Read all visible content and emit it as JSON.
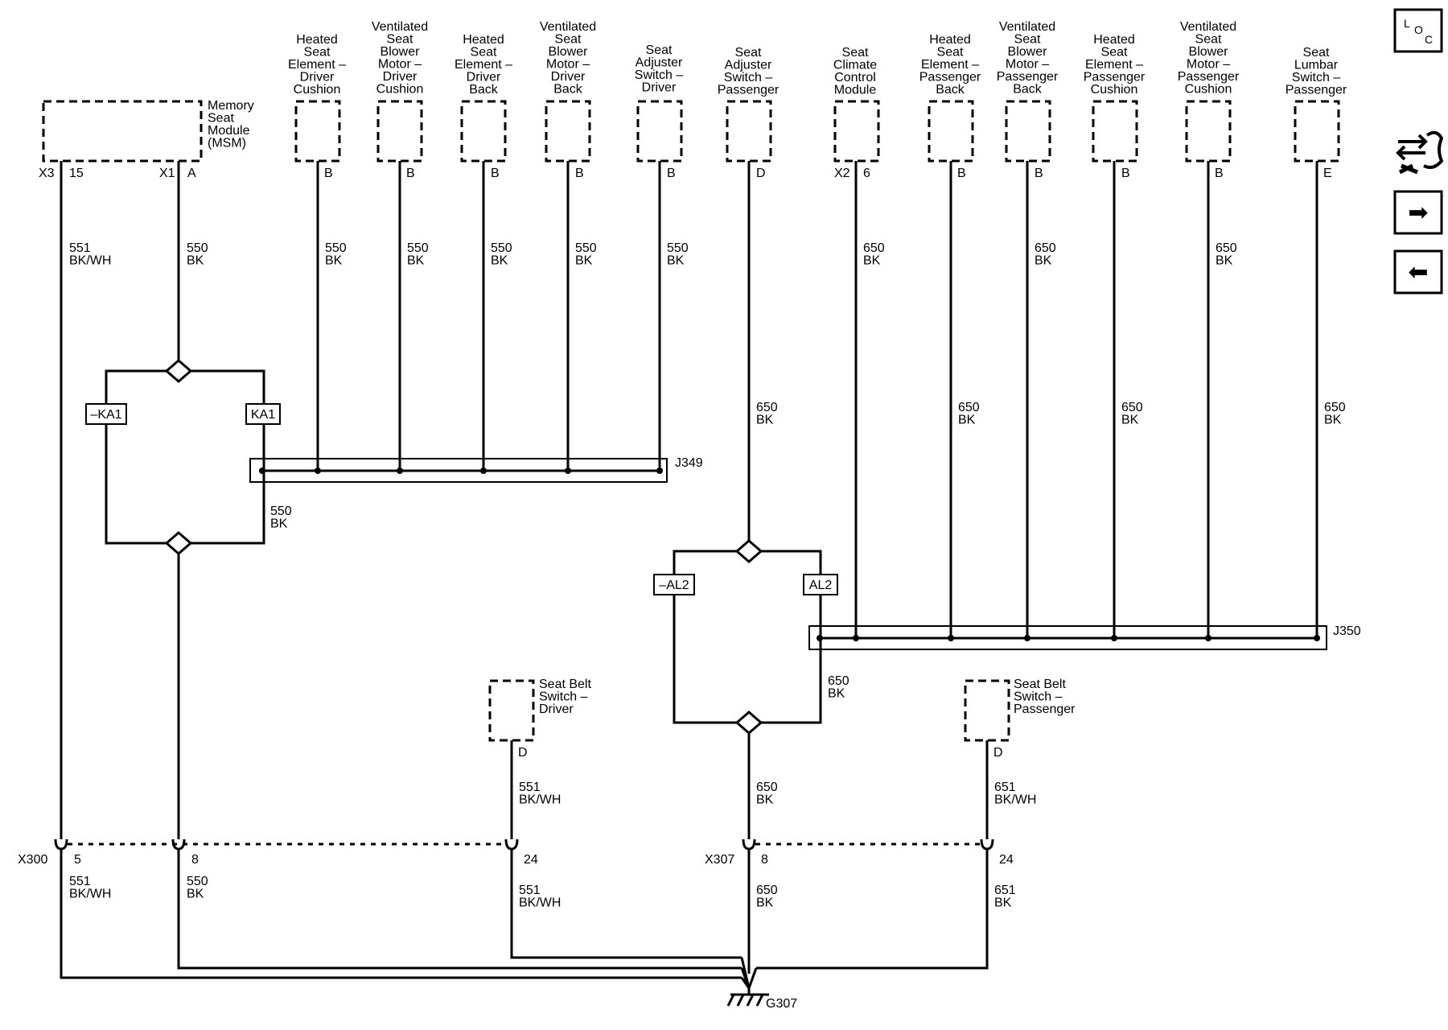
{
  "components": {
    "msm": [
      "Memory",
      "Seat",
      "Module",
      "(MSM)"
    ],
    "heated_driver_cushion": [
      "Heated",
      "Seat",
      "Element –",
      "Driver",
      "Cushion"
    ],
    "vent_driver_cushion": [
      "Ventilated",
      "Seat",
      "Blower",
      "Motor –",
      "Driver",
      "Cushion"
    ],
    "heated_driver_back": [
      "Heated",
      "Seat",
      "Element –",
      "Driver",
      "Back"
    ],
    "vent_driver_back": [
      "Ventilated",
      "Seat",
      "Blower",
      "Motor –",
      "Driver",
      "Back"
    ],
    "adjuster_driver": [
      "Seat",
      "Adjuster",
      "Switch –",
      "Driver"
    ],
    "adjuster_passenger": [
      "Seat",
      "Adjuster",
      "Switch –",
      "Passenger"
    ],
    "climate_module": [
      "Seat",
      "Climate",
      "Control",
      "Module"
    ],
    "heated_pass_back": [
      "Heated",
      "Seat",
      "Element –",
      "Passenger",
      "Back"
    ],
    "vent_pass_back": [
      "Ventilated",
      "Seat",
      "Blower",
      "Motor –",
      "Passenger",
      "Back"
    ],
    "heated_pass_cushion": [
      "Heated",
      "Seat",
      "Element –",
      "Passenger",
      "Cushion"
    ],
    "vent_pass_cushion": [
      "Ventilated",
      "Seat",
      "Blower",
      "Motor –",
      "Passenger",
      "Cushion"
    ],
    "lumbar_passenger": [
      "Seat",
      "Lumbar",
      "Switch –",
      "Passenger"
    ],
    "belt_driver": [
      "Seat Belt",
      "Switch –",
      "Driver"
    ],
    "belt_passenger": [
      "Seat Belt",
      "Switch –",
      "Passenger"
    ]
  },
  "pins": {
    "x3": "X3",
    "p15": "15",
    "x1": "X1",
    "pA": "A",
    "b1": "B",
    "b2": "B",
    "b3": "B",
    "b4": "B",
    "b5": "B",
    "pD": "D",
    "x2": "X2",
    "p6": "6",
    "b6": "B",
    "b7": "B",
    "b8": "B",
    "b9": "B",
    "pE": "E",
    "belt_d": "D",
    "belt_p_d": "D"
  },
  "wires": {
    "w551_top": [
      "551",
      "BK/WH"
    ],
    "w550_msm": [
      "550",
      "BK"
    ],
    "w550_1": [
      "550",
      "BK"
    ],
    "w550_2": [
      "550",
      "BK"
    ],
    "w550_3": [
      "550",
      "BK"
    ],
    "w550_4": [
      "550",
      "BK"
    ],
    "w550_5": [
      "550",
      "BK"
    ],
    "w650_adj": [
      "650",
      "BK"
    ],
    "w650_1": [
      "650",
      "BK"
    ],
    "w650_2": [
      "650",
      "BK"
    ],
    "w650_3": [
      "650",
      "BK"
    ],
    "w650_4": [
      "650",
      "BK"
    ],
    "w650_5": [
      "650",
      "BK"
    ],
    "w650_6": [
      "650",
      "BK"
    ],
    "w550_j349": [
      "550",
      "BK"
    ],
    "w650_j350": [
      "650",
      "BK"
    ],
    "w551_belt": [
      "551",
      "BK/WH"
    ],
    "w650_al2": [
      "650",
      "BK"
    ],
    "w651_belt": [
      "651",
      "BK/WH"
    ],
    "w551_low": [
      "551",
      "BK/WH"
    ],
    "w550_low": [
      "550",
      "BK"
    ],
    "w551_low2": [
      "551",
      "BK/WH"
    ],
    "w650_low": [
      "650",
      "BK"
    ],
    "w651_low": [
      "651",
      "BK"
    ]
  },
  "connectors": {
    "x300": "X300",
    "x300_p5": "5",
    "x300_p8": "8",
    "x300_p24": "24",
    "x307": "X307",
    "x307_p8": "8",
    "x307_p24": "24"
  },
  "splice_packs": {
    "ka1_neg": "–KA1",
    "ka1": "KA1",
    "al2_neg": "–AL2",
    "al2": "AL2"
  },
  "junctions": {
    "j349": "J349",
    "j350": "J350"
  },
  "ground": "G307",
  "nav": {
    "loc_l": "L",
    "loc_o": "O",
    "loc_c": "C",
    "next_glyph": "➡",
    "prev_glyph": "⬅"
  }
}
